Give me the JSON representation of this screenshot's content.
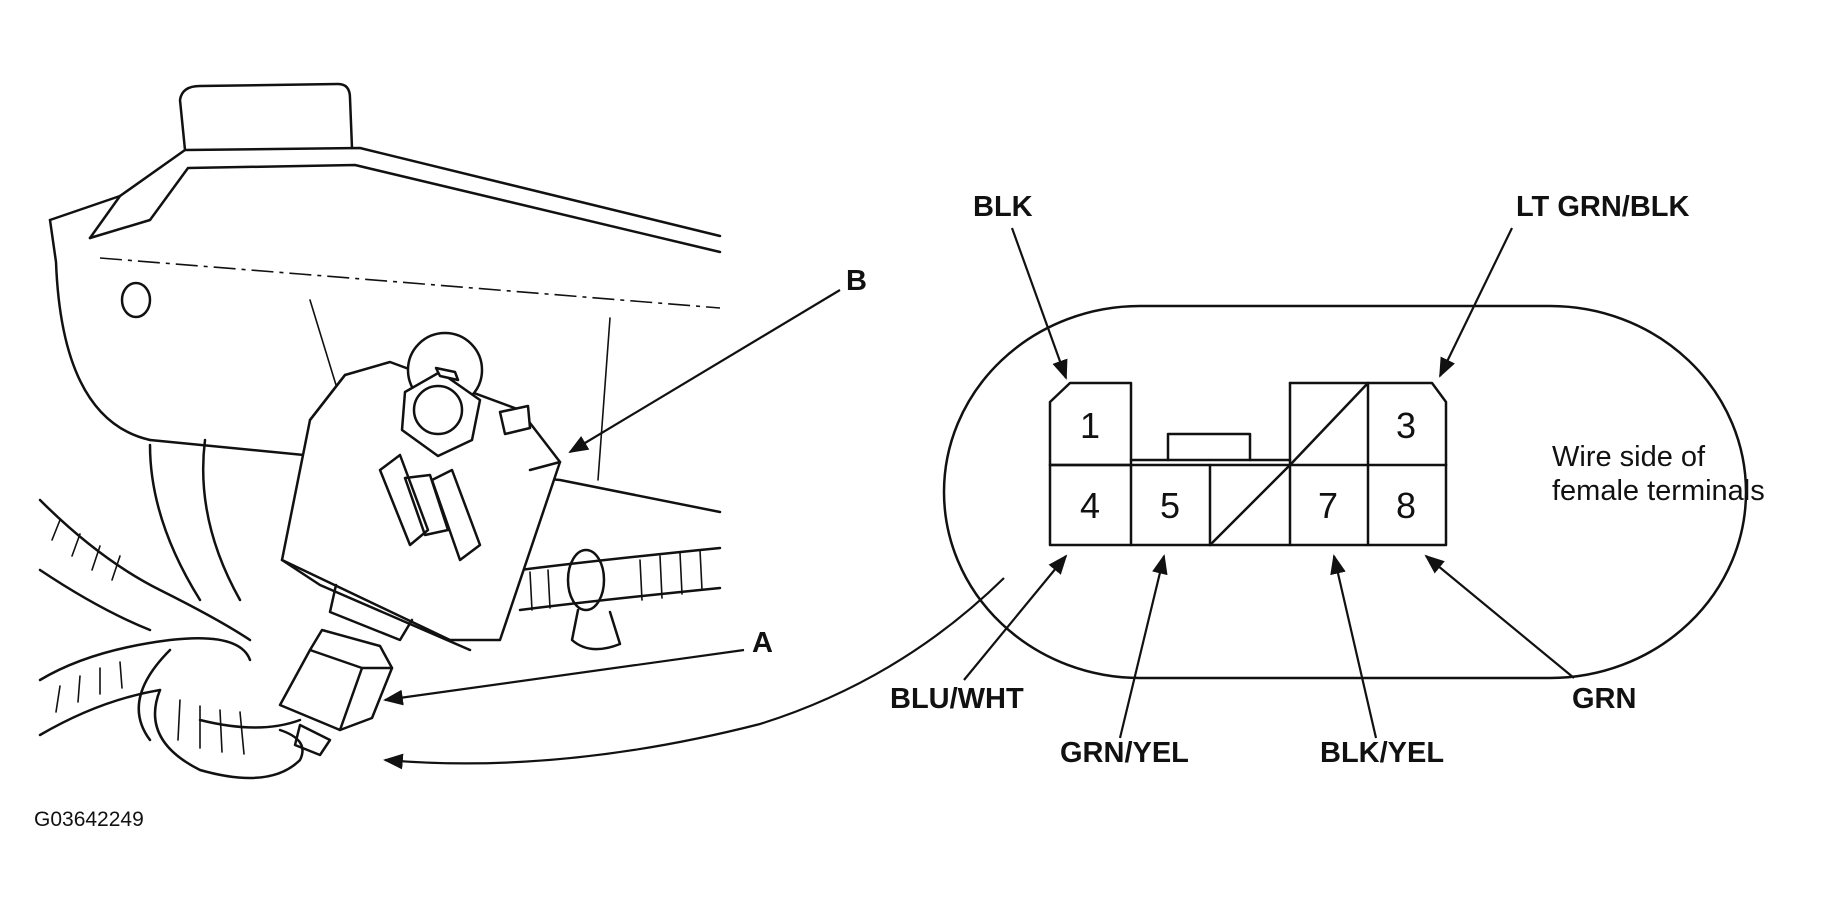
{
  "callouts": {
    "component_b": "B",
    "component_a": "A"
  },
  "connector": {
    "terminals": [
      "1",
      "3",
      "4",
      "5",
      "7",
      "8"
    ],
    "side_note_line1": "Wire side of",
    "side_note_line2": "female terminals"
  },
  "wires": {
    "pin1": "BLK",
    "pin3": "LT GRN/BLK",
    "pin4": "BLU/WHT",
    "pin5": "GRN/YEL",
    "pin7": "BLK/YEL",
    "pin8": "GRN"
  },
  "figure_code": "G03642249"
}
